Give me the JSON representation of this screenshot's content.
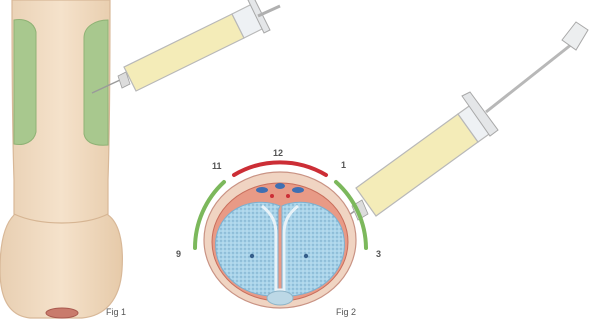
{
  "figure1": {
    "label": "Fig 1"
  },
  "figure2": {
    "label": "Fig 2",
    "clock_labels": {
      "n9": "9",
      "n11": "11",
      "n12": "12",
      "n1": "1",
      "n3": "3"
    }
  },
  "colors": {
    "skin": "#f2dcc2",
    "skin_outline": "#d8b898",
    "injection_zone": "#a8c88e",
    "syringe_fluid": "#f4ecb8",
    "arc_green": "#7cb85c",
    "arc_red": "#cc2e36",
    "tunica": "#e89a86",
    "corpora": "#a9d4ea",
    "septum": "#e8f2f8"
  },
  "icons": [
    "syringe-icon",
    "needle-icon"
  ]
}
